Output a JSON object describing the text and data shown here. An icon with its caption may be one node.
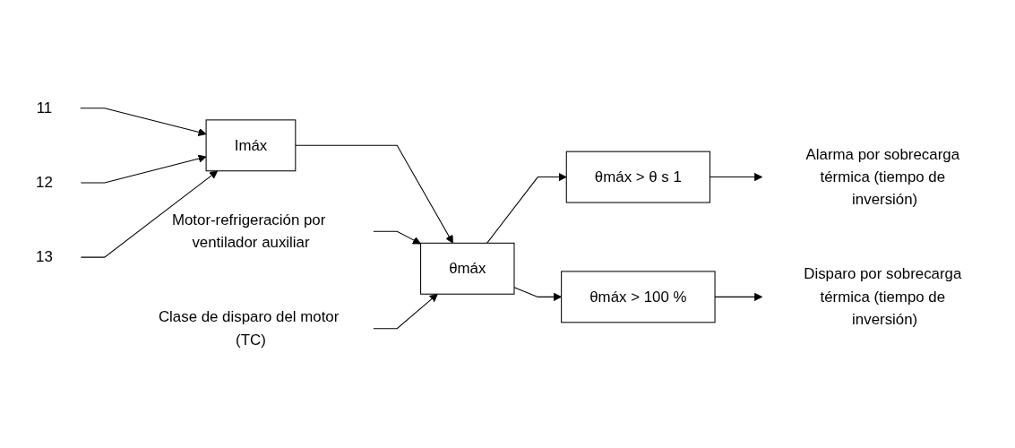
{
  "diagram": {
    "nodes": [
      {
        "text": [
          "11"
        ]
      },
      {
        "text": [
          "12"
        ]
      },
      {
        "text": [
          "13"
        ]
      },
      {
        "text": [
          "Imáx"
        ]
      },
      {
        "text": [
          "θmáx"
        ]
      },
      {
        "text": [
          "Motor-refrigeración por ventilador auxiliar"
        ]
      },
      {
        "text": [
          "Clase de disparo del motor (TC)"
        ]
      },
      {
        "text": [
          "θmáx > θ s 1"
        ]
      },
      {
        "text": [
          "θmáx > 100 %"
        ]
      },
      {
        "text": [
          "Alarma por sobrecarga térmica (tiempo de inversión)"
        ]
      },
      {
        "text": [
          "Disparo por sobrecarga térmica (tiempo de inversión)"
        ]
      }
    ],
    "edges": [
      {
        "from": 0,
        "to": 3,
        "arrow": "to"
      },
      {
        "from": 1,
        "to": 3,
        "arrow": "to"
      },
      {
        "from": 2,
        "to": 3,
        "arrow": "to"
      },
      {
        "from": 3,
        "to": 4,
        "arrow": "to"
      },
      {
        "from": 5,
        "to": 4,
        "arrow": "to"
      },
      {
        "from": 6,
        "to": 4,
        "arrow": "to"
      },
      {
        "from": 4,
        "to": 7,
        "arrow": "to"
      },
      {
        "from": 4,
        "to": 8,
        "arrow": "to"
      },
      {
        "from": 7,
        "to": 9,
        "arrow": "to"
      },
      {
        "from": 8,
        "to": 10,
        "arrow": "to"
      }
    ]
  }
}
